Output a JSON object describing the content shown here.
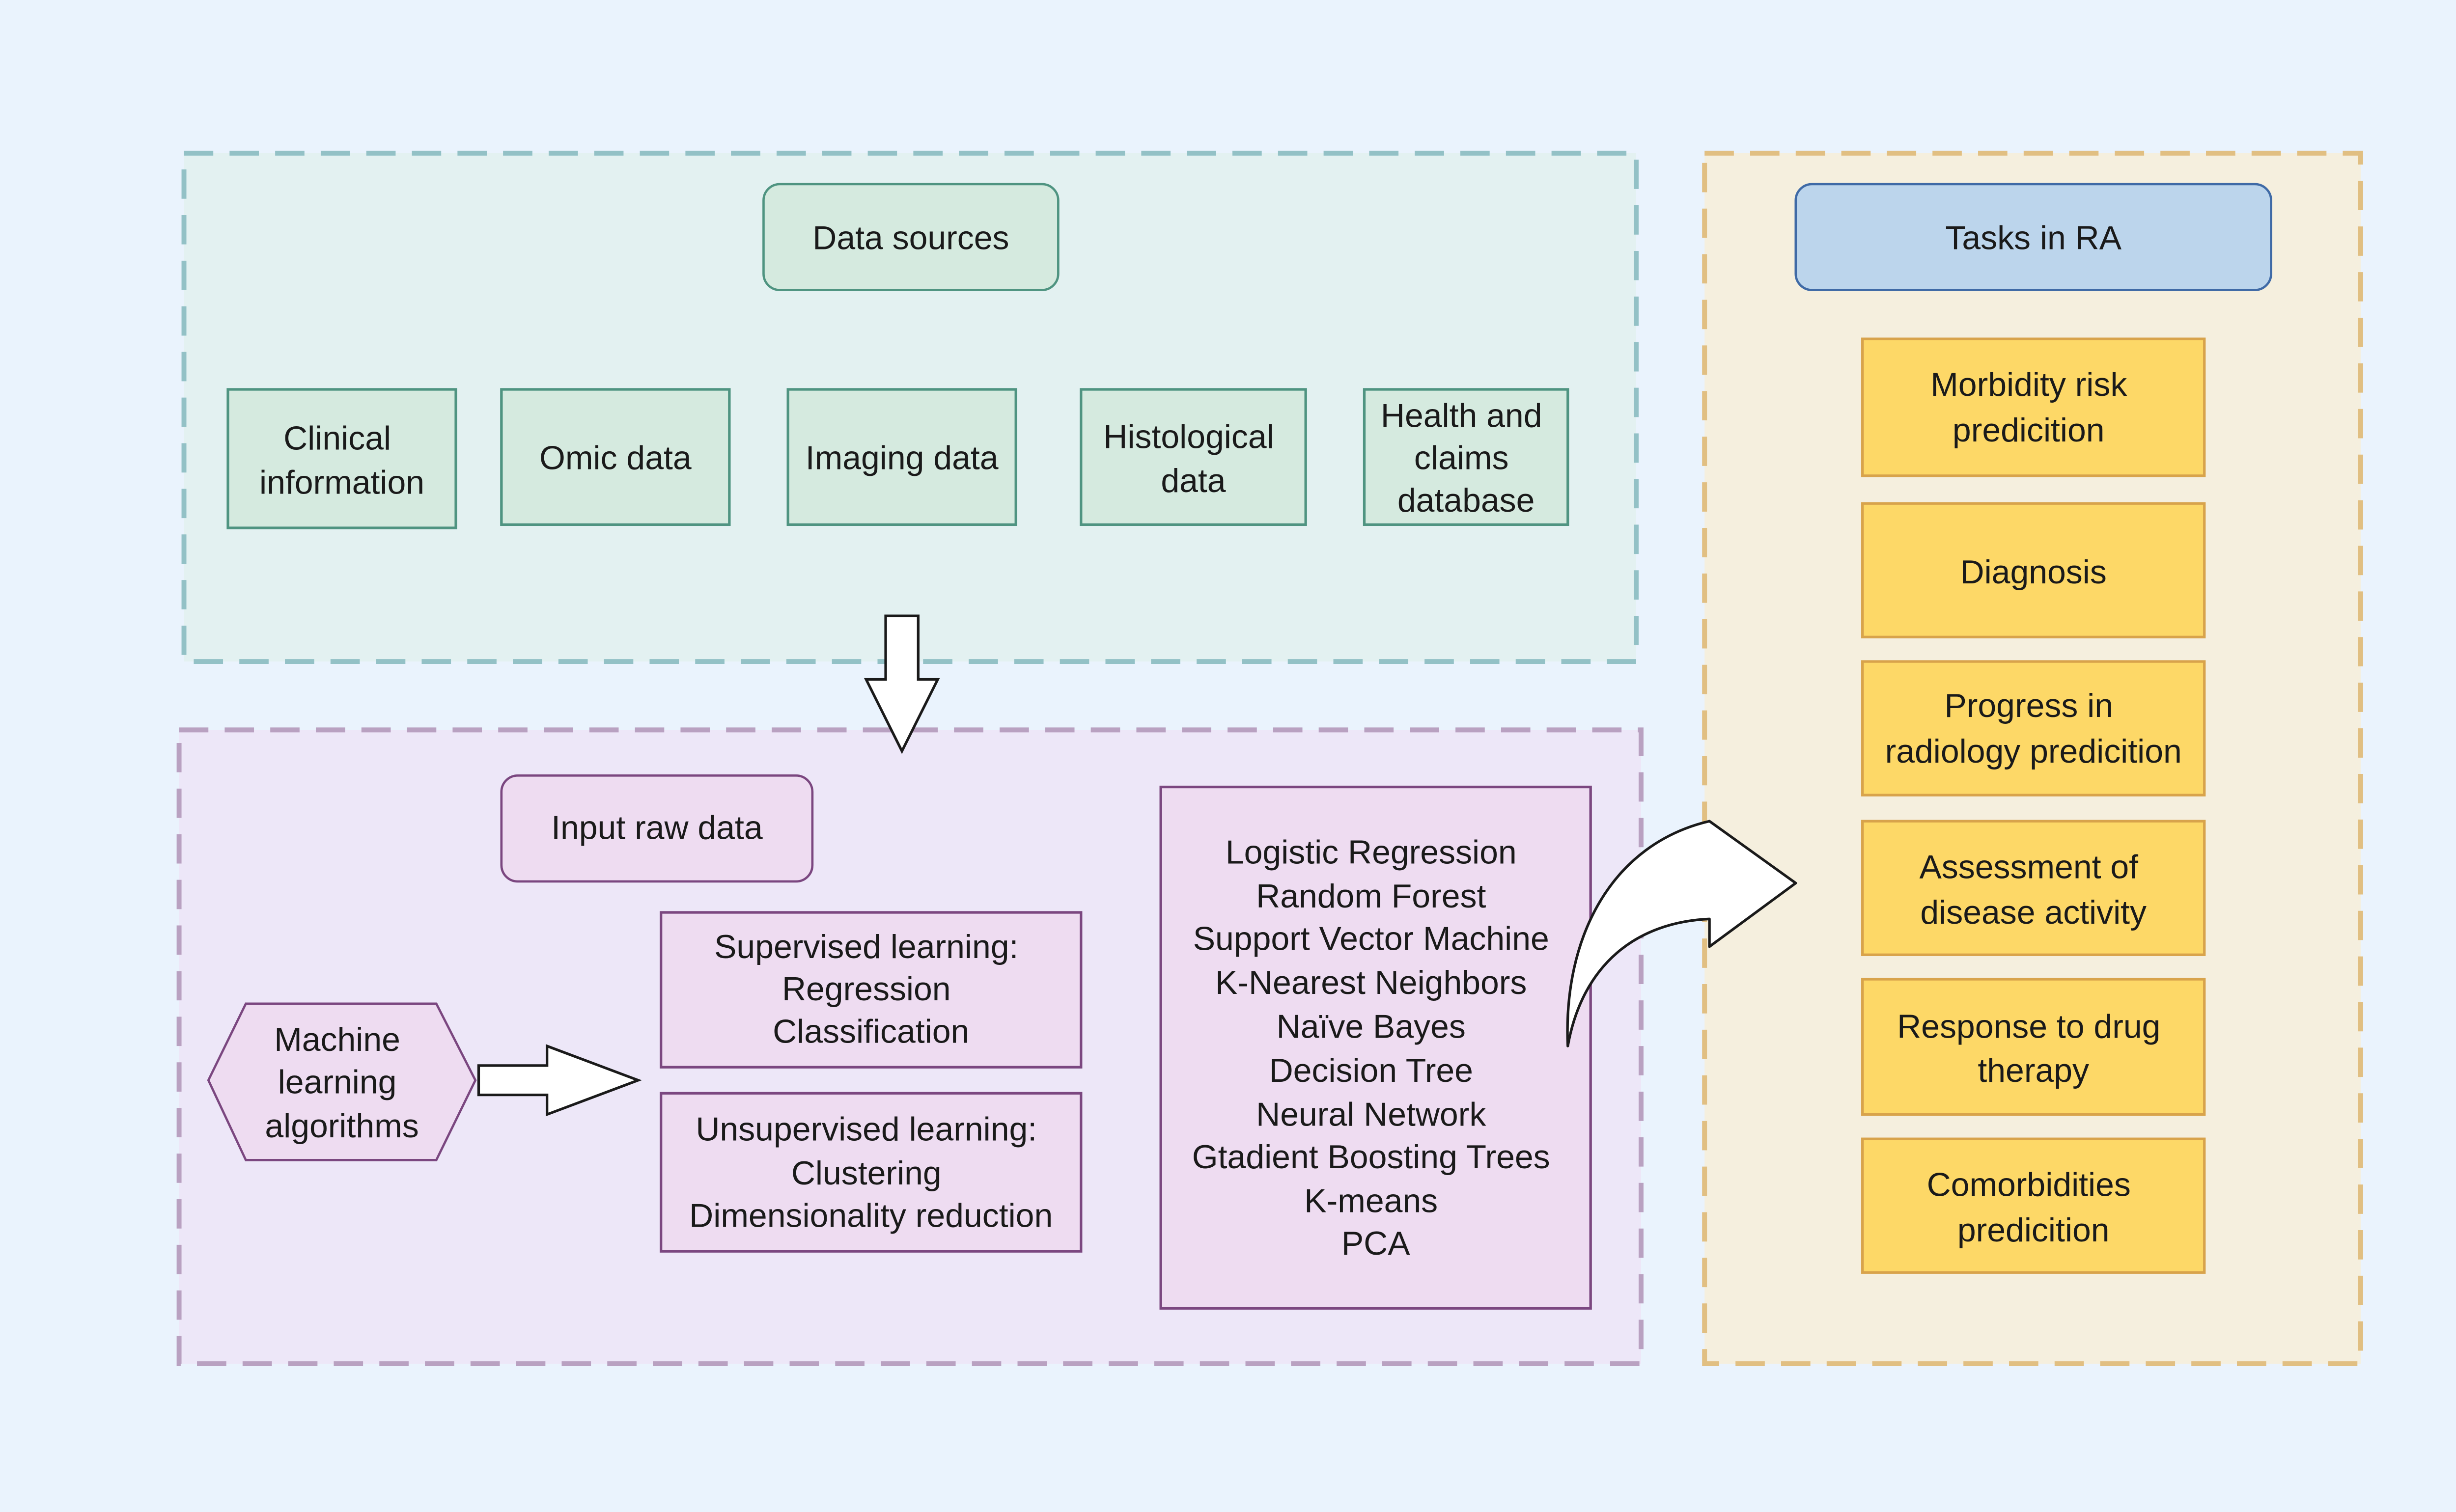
{
  "colors": {
    "background": "#eaf3fd",
    "sources_panel_fill": "#e3f1f1",
    "sources_panel_border": "#93c1c6",
    "sources_box_fill": "#d5eadf",
    "sources_box_border": "#4f9481",
    "ml_panel_fill": "#ede7f8",
    "ml_panel_border": "#b9a1c1",
    "ml_box_fill": "#eedcf1",
    "ml_box_border": "#7b4780",
    "tasks_panel_fill": "#f5efde",
    "tasks_panel_border": "#e1bf82",
    "tasks_header_fill": "#bcd5ec",
    "tasks_header_border": "#3f6aa6",
    "task_box_fill": "#fdd867",
    "task_box_border": "#d8a34b"
  },
  "sources": {
    "title": "Data sources",
    "items": [
      [
        "Clinical",
        "information"
      ],
      [
        "Omic data"
      ],
      [
        "Imaging data"
      ],
      [
        "Histological",
        "data"
      ],
      [
        "Health and",
        "claims",
        "database"
      ]
    ]
  },
  "ml": {
    "input_label": "Input raw data",
    "algorithms_label": [
      "Machine",
      "learning",
      "algorithms"
    ],
    "supervised": [
      "Supervised learning:",
      "Regression",
      "Classification"
    ],
    "unsupervised": [
      "Unsupervised learning:",
      "Clustering",
      "Dimensionality reduction"
    ],
    "methods": [
      "Logistic Regression",
      "Random Forest",
      "Support Vector Machine",
      "K-Nearest Neighbors",
      "Naïve Bayes",
      "Decision Tree",
      "Neural Network",
      "Gtadient Boosting Trees",
      "K-means",
      "PCA"
    ]
  },
  "tasks": {
    "title": "Tasks in RA",
    "items": [
      [
        "Morbidity risk",
        "predicition"
      ],
      [
        "Diagnosis"
      ],
      [
        "Progress in",
        "radiology predicition"
      ],
      [
        "Assessment of",
        "disease activity"
      ],
      [
        "Response to drug",
        "therapy"
      ],
      [
        "Comorbidities",
        "predicition"
      ]
    ]
  }
}
